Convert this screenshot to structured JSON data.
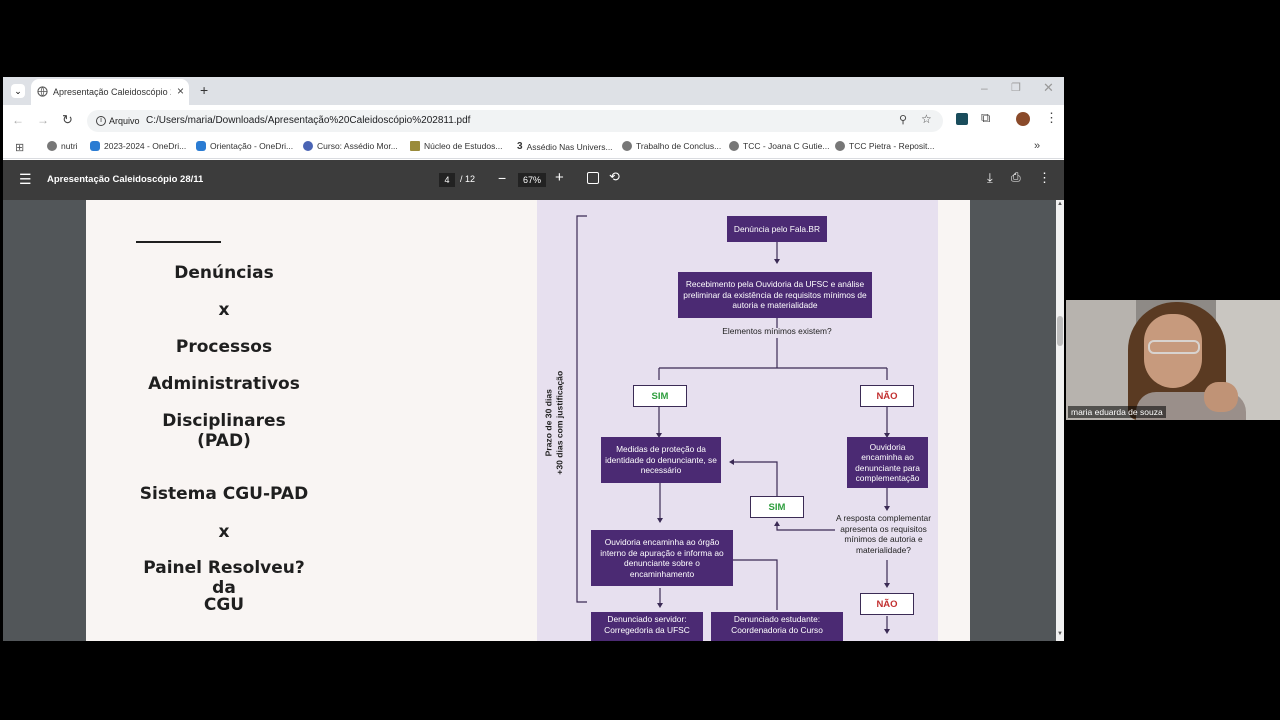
{
  "browser": {
    "tab_title": "Apresentação Caleidoscópio 28/11.pdf",
    "new_tab": "+",
    "chip_label": "Arquivo",
    "url": "C:/Users/maria/Downloads/Apresentação%20Caleidoscópio%202811.pdf"
  },
  "bookmarks": [
    {
      "label": "nutri"
    },
    {
      "label": "2023-2024 - OneDri..."
    },
    {
      "label": "Orientação - OneDri..."
    },
    {
      "label": "Curso: Assédio Mor..."
    },
    {
      "label": "Núcleo de Estudos..."
    },
    {
      "label": "Assédio Nas Univers..."
    },
    {
      "label": "Trabalho de Conclus..."
    },
    {
      "label": "TCC - Joana C Gutie..."
    },
    {
      "label": "TCC Pietra - Reposit..."
    }
  ],
  "bookmarks_prefix_3": "3",
  "pdf": {
    "title": "Apresentação Caleidoscópio 28/11",
    "page_current": "4",
    "page_total": "/ 12",
    "zoom": "67%"
  },
  "slide": {
    "left_lines": [
      "Denúncias",
      "x",
      "Processos",
      "Administrativos",
      "Disciplinares (PAD)",
      "Sistema CGU-PAD",
      "x",
      "Painel Resolveu? da",
      "CGU"
    ],
    "flow": {
      "deadline_1": "Prazo de 30 dias",
      "deadline_2": "+30 dias com justificação",
      "b1": "Denúncia pelo Fala.BR",
      "b2": "Recebimento pela Ouvidoria da UFSC e análise preliminar da existência de requisitos mínimos de autoria e materialidade",
      "q1": "Elementos mínimos existem?",
      "sim": "SIM",
      "nao": "NÃO",
      "b3": "Medidas de proteção da identidade do denunciante, se necessário",
      "b4": "Ouvidoria encaminha ao denunciante para complementação",
      "sim2": "SIM",
      "q2": "A resposta complementar apresenta os requisitos mínimos de autoria e materialidade?",
      "b5": "Ouvidoria encaminha ao órgão interno de apuração e informa ao denunciante sobre o encaminhamento",
      "nao2": "NÃO",
      "b6": "Denunciado servidor: Corregedoria da UFSC",
      "b7": "Denunciado estudante: Coordenadoria do Curso"
    }
  },
  "webcam": {
    "name": "maria eduarda de souza"
  },
  "colors": {
    "sim": "#2e9e3e",
    "nao": "#c23030",
    "flow_box": "#4b2a73"
  }
}
